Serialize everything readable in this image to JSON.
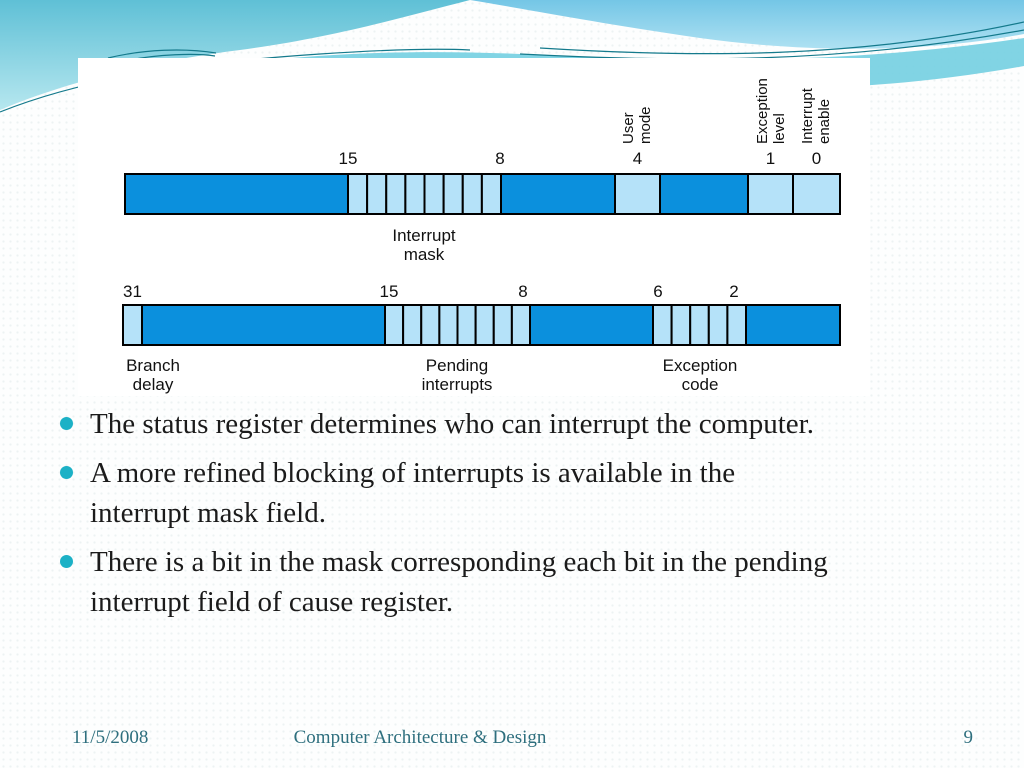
{
  "slide": {
    "bullets": [
      {
        "text": "The status register determines who can interrupt the computer."
      },
      {
        "text": "A more refined blocking of interrupts is available in the\ninterrupt mask field."
      },
      {
        "text": "There is a bit in the mask corresponding each bit in the pending\ninterrupt field of cause register."
      }
    ],
    "footer": {
      "date": "11/5/2008",
      "title": "Computer Architecture & Design",
      "page_number": "9"
    }
  },
  "diagram": {
    "status_register": {
      "bit_ticks": [
        "15",
        "8",
        "4",
        "1",
        "0"
      ],
      "mask_label_line1": "Interrupt",
      "mask_label_line2": "mask",
      "user_mode_line1": "User",
      "user_mode_line2": "mode",
      "exception_level_line1": "Exception",
      "exception_level_line2": "level",
      "interrupt_enable_line1": "Interrupt",
      "interrupt_enable_line2": "enable"
    },
    "cause_register": {
      "bit_ticks": [
        "31",
        "15",
        "8",
        "6",
        "2"
      ],
      "branch_delay_line1": "Branch",
      "branch_delay_line2": "delay",
      "pending_line1": "Pending",
      "pending_line2": "interrupts",
      "exception_code_line1": "Exception",
      "exception_code_line2": "code"
    },
    "colors": {
      "register_fill": "#0b90dd",
      "highlight_cell_fill": "#b5e2f9",
      "outline": "#000000"
    }
  },
  "theme": {
    "bullet_dot_color": "#1cb1c6",
    "body_text_color": "#1b1b1b",
    "footer_text_color": "#2e6f7e",
    "header_wave_colors": [
      "#62c3d8",
      "#73cfe1",
      "#147a8c"
    ]
  }
}
